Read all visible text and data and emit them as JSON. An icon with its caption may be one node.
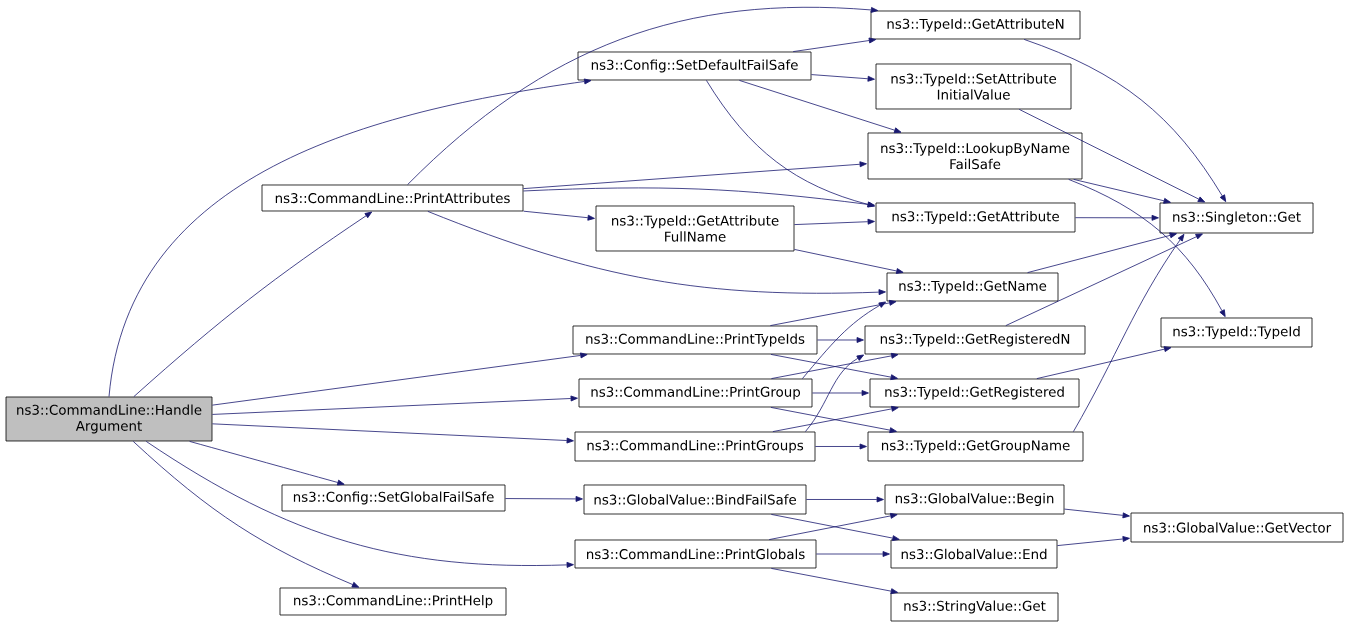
{
  "diagram": {
    "nodes": [
      {
        "text": [
          "ns3::CommandLine::Handle Argument"
        ]
      },
      {
        "text": [
          "ns3::CommandLine::PrintAttributes"
        ]
      },
      {
        "text": [
          "ns3::Config::SetDefaultFailSafe"
        ]
      },
      {
        "text": [
          "ns3::TypeId::GetAttributeN"
        ]
      },
      {
        "text": [
          "ns3::TypeId::SetAttribute InitialValue"
        ]
      },
      {
        "text": [
          "ns3::TypeId::LookupByName FailSafe"
        ]
      },
      {
        "text": [
          "ns3::TypeId::GetAttribute FullName"
        ]
      },
      {
        "text": [
          "ns3::TypeId::GetAttribute"
        ]
      },
      {
        "text": [
          "ns3::TypeId::GetName"
        ]
      },
      {
        "text": [
          "ns3::Singleton::Get"
        ]
      },
      {
        "text": [
          "ns3::CommandLine::PrintTypeIds"
        ]
      },
      {
        "text": [
          "ns3::TypeId::GetRegisteredN"
        ]
      },
      {
        "text": [
          "ns3::CommandLine::PrintGroup"
        ]
      },
      {
        "text": [
          "ns3::TypeId::GetRegistered"
        ]
      },
      {
        "text": [
          "ns3::TypeId::TypeId"
        ]
      },
      {
        "text": [
          "ns3::CommandLine::PrintGroups"
        ]
      },
      {
        "text": [
          "ns3::TypeId::GetGroupName"
        ]
      },
      {
        "text": [
          "ns3::Config::SetGlobalFailSafe"
        ]
      },
      {
        "text": [
          "ns3::GlobalValue::BindFailSafe"
        ]
      },
      {
        "text": [
          "ns3::GlobalValue::Begin"
        ]
      },
      {
        "text": [
          "ns3::CommandLine::PrintGlobals"
        ]
      },
      {
        "text": [
          "ns3::GlobalValue::End"
        ]
      },
      {
        "text": [
          "ns3::GlobalValue::GetVector"
        ]
      },
      {
        "text": [
          "ns3::StringValue::Get"
        ]
      },
      {
        "text": [
          "ns3::CommandLine::PrintHelp"
        ]
      }
    ],
    "edges": [
      {
        "from": 0,
        "to": 1,
        "arrow": "to"
      },
      {
        "from": 0,
        "to": 2,
        "arrow": "to"
      },
      {
        "from": 0,
        "to": 10,
        "arrow": "to"
      },
      {
        "from": 0,
        "to": 12,
        "arrow": "to"
      },
      {
        "from": 0,
        "to": 15,
        "arrow": "to"
      },
      {
        "from": 0,
        "to": 17,
        "arrow": "to"
      },
      {
        "from": 0,
        "to": 20,
        "arrow": "to"
      },
      {
        "from": 0,
        "to": 24,
        "arrow": "to"
      },
      {
        "from": 1,
        "to": 3,
        "arrow": "to"
      },
      {
        "from": 1,
        "to": 5,
        "arrow": "to"
      },
      {
        "from": 1,
        "to": 7,
        "arrow": "to"
      },
      {
        "from": 1,
        "to": 6,
        "arrow": "to"
      },
      {
        "from": 1,
        "to": 8,
        "arrow": "to"
      },
      {
        "from": 2,
        "to": 3,
        "arrow": "to"
      },
      {
        "from": 2,
        "to": 4,
        "arrow": "to"
      },
      {
        "from": 2,
        "to": 5,
        "arrow": "to"
      },
      {
        "from": 2,
        "to": 7,
        "arrow": "to"
      },
      {
        "from": 3,
        "to": 9,
        "arrow": "to"
      },
      {
        "from": 4,
        "to": 9,
        "arrow": "to"
      },
      {
        "from": 5,
        "to": 9,
        "arrow": "to"
      },
      {
        "from": 5,
        "to": 14,
        "arrow": "to"
      },
      {
        "from": 6,
        "to": 7,
        "arrow": "to"
      },
      {
        "from": 6,
        "to": 8,
        "arrow": "to"
      },
      {
        "from": 7,
        "to": 9,
        "arrow": "to"
      },
      {
        "from": 8,
        "to": 9,
        "arrow": "to"
      },
      {
        "from": 10,
        "to": 8,
        "arrow": "to"
      },
      {
        "from": 10,
        "to": 11,
        "arrow": "to"
      },
      {
        "from": 10,
        "to": 13,
        "arrow": "to"
      },
      {
        "from": 11,
        "to": 9,
        "arrow": "to"
      },
      {
        "from": 12,
        "to": 8,
        "arrow": "to"
      },
      {
        "from": 12,
        "to": 11,
        "arrow": "to"
      },
      {
        "from": 12,
        "to": 13,
        "arrow": "to"
      },
      {
        "from": 12,
        "to": 16,
        "arrow": "to"
      },
      {
        "from": 13,
        "to": 14,
        "arrow": "to"
      },
      {
        "from": 15,
        "to": 11,
        "arrow": "to"
      },
      {
        "from": 15,
        "to": 13,
        "arrow": "to"
      },
      {
        "from": 15,
        "to": 16,
        "arrow": "to"
      },
      {
        "from": 16,
        "to": 9,
        "arrow": "to"
      },
      {
        "from": 17,
        "to": 18,
        "arrow": "to"
      },
      {
        "from": 18,
        "to": 19,
        "arrow": "to"
      },
      {
        "from": 18,
        "to": 21,
        "arrow": "to"
      },
      {
        "from": 19,
        "to": 22,
        "arrow": "to"
      },
      {
        "from": 20,
        "to": 19,
        "arrow": "to"
      },
      {
        "from": 20,
        "to": 21,
        "arrow": "to"
      },
      {
        "from": 20,
        "to": 23,
        "arrow": "to"
      },
      {
        "from": 21,
        "to": 22,
        "arrow": "to"
      }
    ]
  }
}
